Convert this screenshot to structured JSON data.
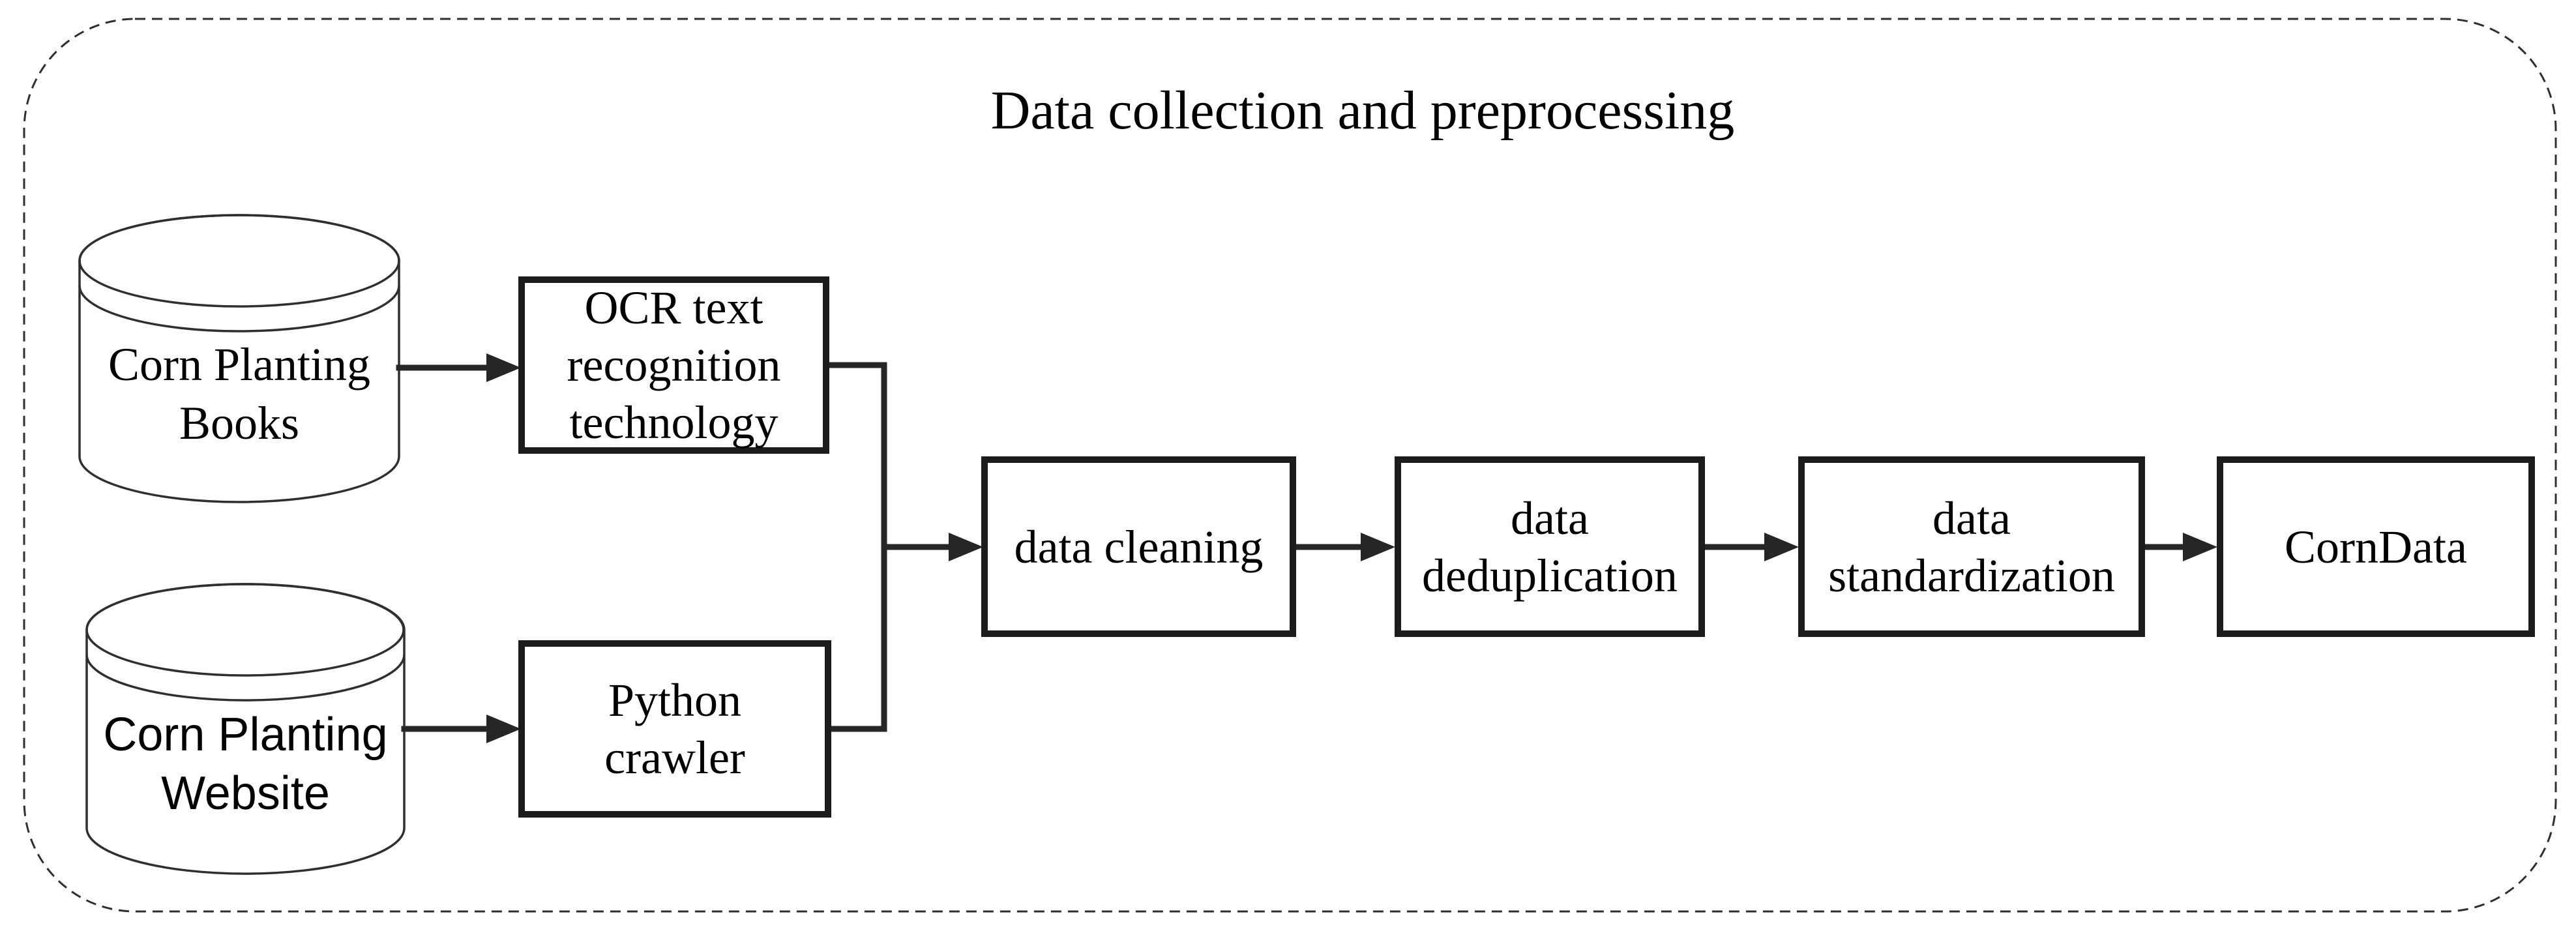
{
  "title": "Data collection and preprocessing",
  "nodes": {
    "corn_planting_books": {
      "label": "Corn Planting\nBooks",
      "shape": "cylinder"
    },
    "corn_planting_website": {
      "label": "Corn Planting\nWebsite",
      "shape": "cylinder"
    },
    "ocr_text_recognition": {
      "label": "OCR text\nrecognition\ntechnology",
      "shape": "process"
    },
    "python_crawler": {
      "label": "Python\ncrawler",
      "shape": "process"
    },
    "data_cleaning": {
      "label": "data cleaning",
      "shape": "process"
    },
    "data_deduplication": {
      "label": "data\ndeduplication",
      "shape": "process"
    },
    "data_standardization": {
      "label": "data\nstandardization",
      "shape": "process"
    },
    "corn_data": {
      "label": "CornData",
      "shape": "process"
    }
  },
  "edges": [
    {
      "from": "corn_planting_books",
      "to": "ocr_text_recognition"
    },
    {
      "from": "corn_planting_website",
      "to": "python_crawler"
    },
    {
      "from": "ocr_text_recognition",
      "to": "data_cleaning"
    },
    {
      "from": "python_crawler",
      "to": "data_cleaning"
    },
    {
      "from": "data_cleaning",
      "to": "data_deduplication"
    },
    {
      "from": "data_deduplication",
      "to": "data_standardization"
    },
    {
      "from": "data_standardization",
      "to": "corn_data"
    }
  ],
  "colors": {
    "background": "#ffffff",
    "ink": "#000000",
    "box_border": "#1c1c1c",
    "arrow": "#262626",
    "dashed_boundary": "#2f2f2f"
  }
}
